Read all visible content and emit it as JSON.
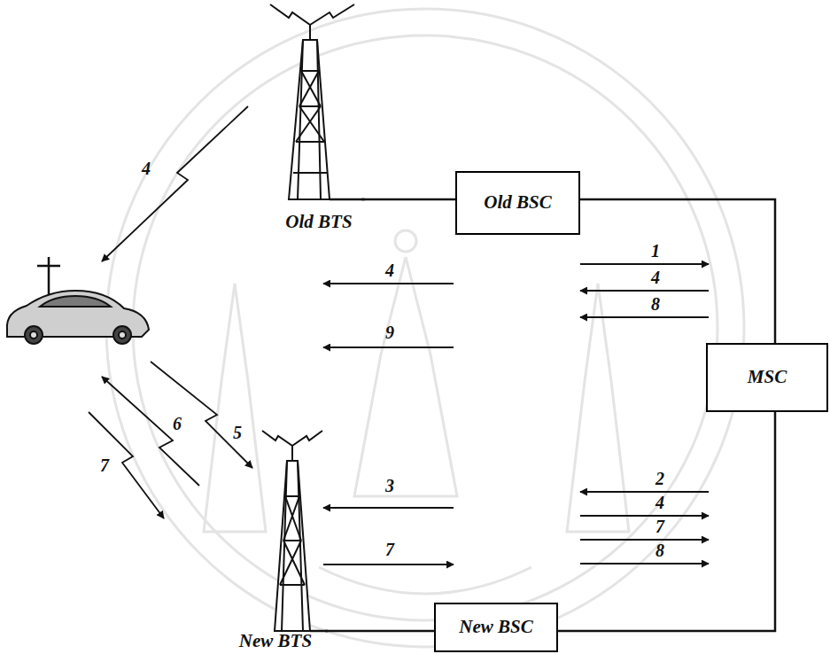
{
  "diagram": {
    "nodes": [
      {
        "text": [
          "Old BTS"
        ]
      },
      {
        "text": [
          "Old BSC"
        ]
      },
      {
        "text": [
          "MSC"
        ]
      },
      {
        "text": [
          "New BTS"
        ]
      },
      {
        "text": [
          "New BSC"
        ]
      }
    ],
    "edges": [
      {
        "from": 0,
        "to": 1,
        "arrow": "none"
      },
      {
        "from": 1,
        "to": 2,
        "arrow": "none"
      },
      {
        "from": 4,
        "to": 2,
        "arrow": "none"
      },
      {
        "from": 3,
        "to": 4,
        "arrow": "none"
      }
    ],
    "labels": [
      "4",
      "1",
      "4",
      "8",
      "4",
      "9",
      "5",
      "6",
      "7",
      "2",
      "4",
      "7",
      "8",
      "3",
      "7"
    ]
  }
}
